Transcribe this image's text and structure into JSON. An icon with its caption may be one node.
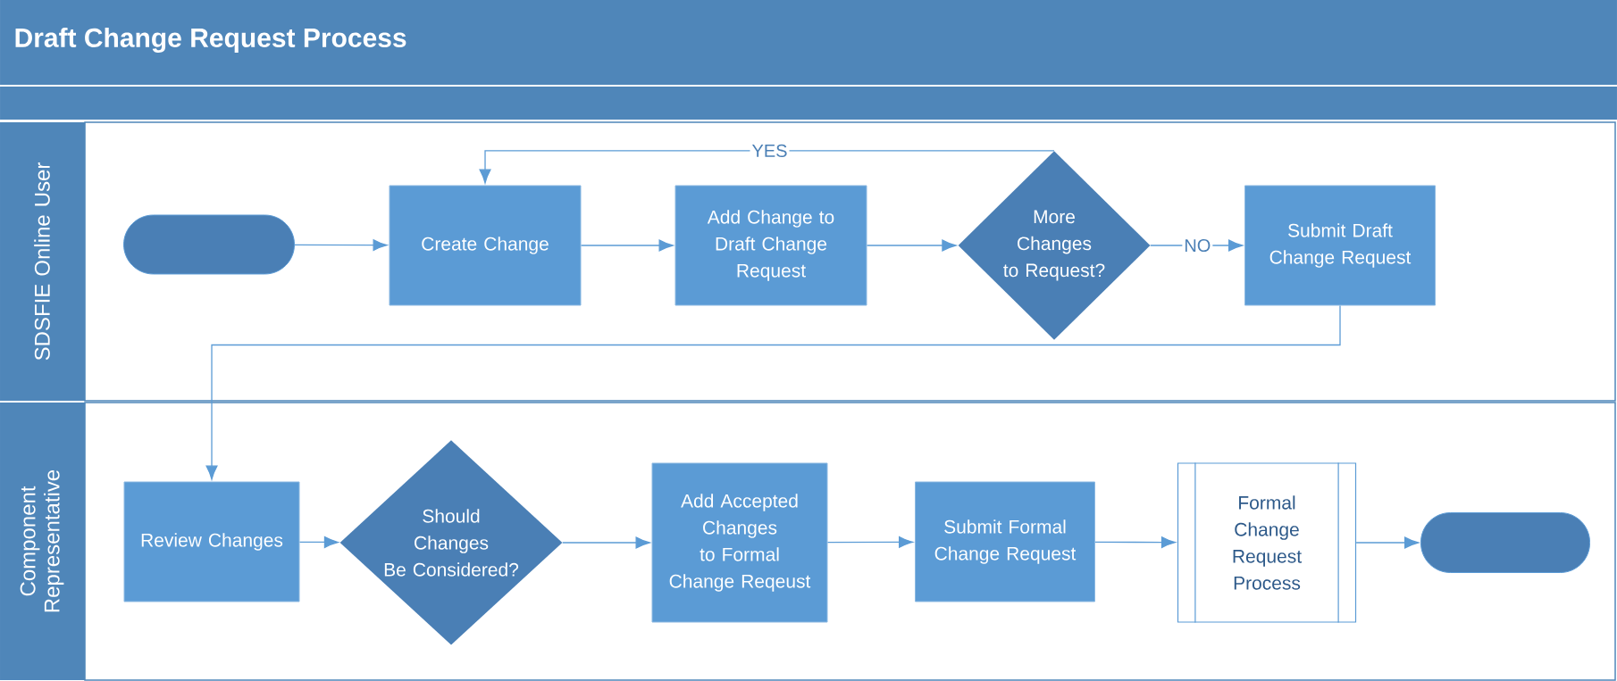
{
  "diagram": {
    "title": "Draft Change Request Process",
    "nodes": [
      {
        "text": [
          "SDSFIE Online User"
        ]
      },
      {
        "text": [],
        "shape": "oval",
        "in": 0
      },
      {
        "text": [
          "Create Change"
        ],
        "in": 0
      },
      {
        "text": [
          "Add Change to Draft Change Request"
        ],
        "in": 0
      },
      {
        "text": [
          "More Changes to Request?"
        ],
        "in": 0
      },
      {
        "text": [
          "Submit Draft Change Request"
        ],
        "in": 0
      },
      {
        "text": [
          "Component Representative"
        ]
      },
      {
        "text": [
          "Review Changes"
        ],
        "in": 6
      },
      {
        "text": [
          "Should Changes Be Considered?"
        ],
        "in": 6
      },
      {
        "text": [
          "Add Accepted Changes to Formal Change Reqeust"
        ],
        "in": 6
      },
      {
        "text": [
          "Submit Formal Change Request"
        ],
        "in": 6
      },
      {
        "text": [
          "Formal Change Request Process"
        ],
        "in": 6
      },
      {
        "text": [],
        "shape": "oval",
        "in": 6
      }
    ],
    "edges": [
      {
        "from": 1,
        "to": 2,
        "arrow": "to"
      },
      {
        "from": 2,
        "to": 3,
        "arrow": "to"
      },
      {
        "from": 3,
        "to": 4,
        "arrow": "to"
      },
      {
        "from": 4,
        "to": 2,
        "arrow": "to",
        "label": "YES"
      },
      {
        "from": 4,
        "to": 5,
        "arrow": "to",
        "label": "NO"
      },
      {
        "from": 5,
        "to": 7,
        "arrow": "to"
      },
      {
        "from": 7,
        "to": 8,
        "arrow": "to"
      },
      {
        "from": 8,
        "to": 9,
        "arrow": "to"
      },
      {
        "from": 9,
        "to": 10,
        "arrow": "to"
      },
      {
        "from": 10,
        "to": 11,
        "arrow": "to"
      },
      {
        "from": 11,
        "to": 12,
        "arrow": "to"
      }
    ]
  }
}
